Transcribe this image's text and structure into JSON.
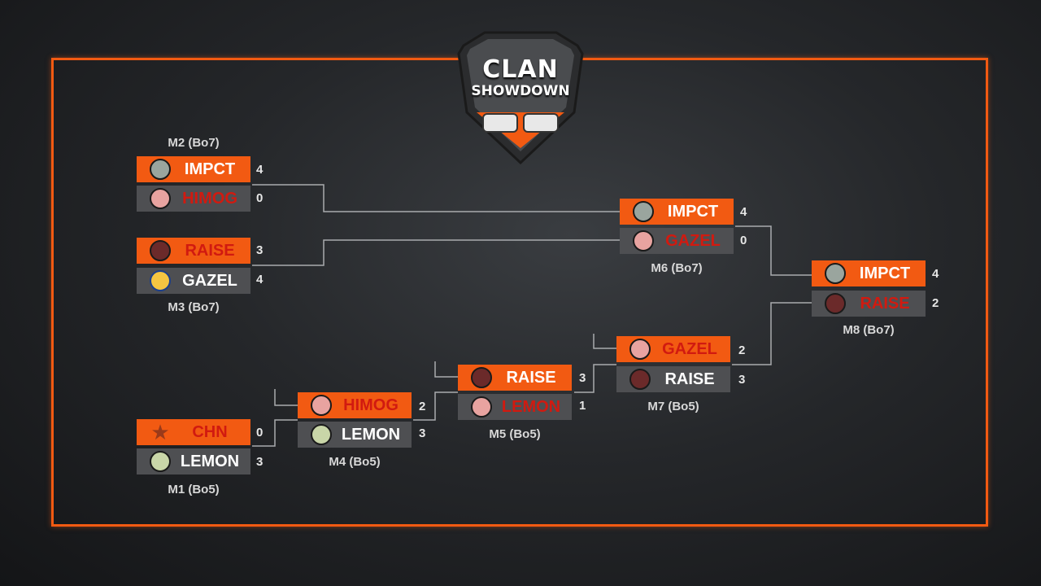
{
  "logo": {
    "line1": "CLAN",
    "line2": "SHOWDOWN",
    "icon": "fist-bump-icon"
  },
  "matches": {
    "m1": {
      "label": "M1 (Bo5)",
      "top": {
        "name": "CHN",
        "score": "0",
        "icon": "star-icon"
      },
      "bottom": {
        "name": "LEMON",
        "score": "3",
        "icon": "lemon-avatar-icon"
      }
    },
    "m2": {
      "label": "M2 (Bo7)",
      "top": {
        "name": "IMPCT",
        "score": "4",
        "icon": "impct-avatar-icon"
      },
      "bottom": {
        "name": "HIMOG",
        "score": "0",
        "icon": "himog-avatar-icon"
      }
    },
    "m3": {
      "label": "M3 (Bo7)",
      "top": {
        "name": "RAISE",
        "score": "3",
        "icon": "raise-logo-icon"
      },
      "bottom": {
        "name": "GAZEL",
        "score": "4",
        "icon": "gazel-logo-icon"
      }
    },
    "m4": {
      "label": "M4 (Bo5)",
      "top": {
        "name": "HIMOG",
        "score": "2",
        "icon": "himog-avatar-icon"
      },
      "bottom": {
        "name": "LEMON",
        "score": "3",
        "icon": "lemon-avatar-icon"
      }
    },
    "m5": {
      "label": "M5 (Bo5)",
      "top": {
        "name": "RAISE",
        "score": "3",
        "icon": "raise-logo-icon"
      },
      "bottom": {
        "name": "LEMON",
        "score": "1",
        "icon": "lemon-avatar-icon"
      }
    },
    "m6": {
      "label": "M6 (Bo7)",
      "top": {
        "name": "IMPCT",
        "score": "4",
        "icon": "impct-avatar-icon"
      },
      "bottom": {
        "name": "GAZEL",
        "score": "0",
        "icon": "gazel-logo-icon"
      }
    },
    "m7": {
      "label": "M7 (Bo5)",
      "top": {
        "name": "GAZEL",
        "score": "2",
        "icon": "gazel-logo-icon"
      },
      "bottom": {
        "name": "RAISE",
        "score": "3",
        "icon": "raise-logo-icon"
      }
    },
    "m8": {
      "label": "M8 (Bo7)",
      "top": {
        "name": "IMPCT",
        "score": "4",
        "icon": "impct-avatar-icon"
      },
      "bottom": {
        "name": "RAISE",
        "score": "2",
        "icon": "raise-logo-icon"
      }
    }
  },
  "colors": {
    "accent": "#f25a12",
    "loser_row": "#4e4f52",
    "eliminated_text": "#d11a10",
    "text": "#ffffff"
  }
}
